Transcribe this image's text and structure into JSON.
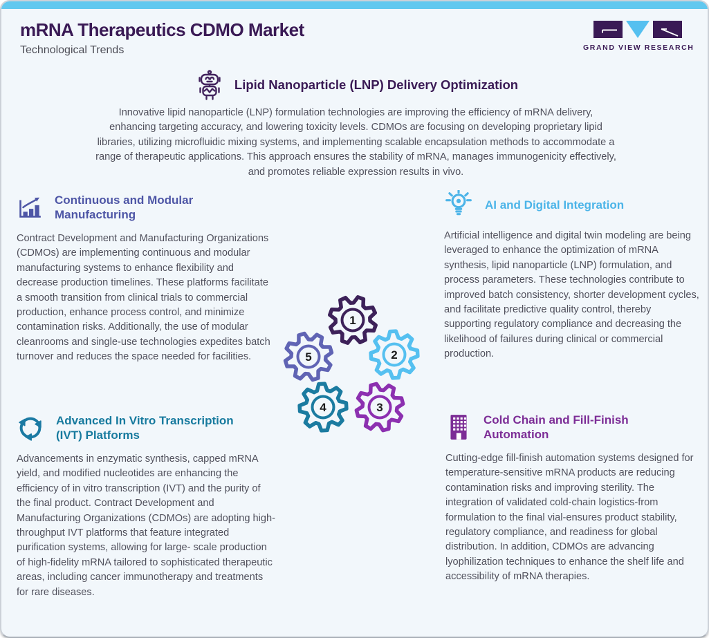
{
  "header": {
    "title": "mRNA Therapeutics CDMO Market",
    "subtitle": "Technological Trends",
    "logo_text": "GRAND VIEW RESEARCH"
  },
  "highlight": {
    "heading": "Lipid Nanoparticle (LNP) Delivery Optimization",
    "body": "Innovative lipid nanoparticle (LNP) formulation technologies are improving the efficiency of mRNA delivery, enhancing targeting accuracy, and lowering toxicity levels. CDMOs are focusing on developing proprietary lipid libraries, utilizing microfluidic mixing systems, and implementing scalable encapsulation methods to accommodate a range of therapeutic applications. This approach ensures the stability of mRNA, manages immunogenicity effectively, and promotes reliable expression results in vivo."
  },
  "sections": {
    "modular": {
      "heading": "Continuous and Modular Manufacturing",
      "body": "Contract Development and Manufacturing Organizations (CDMOs) are implementing continuous and modular manufacturing systems to enhance flexibility and decrease production timelines. These platforms facilitate a smooth transition from clinical trials to commercial production, enhance process control, and minimize contamination risks. Additionally, the use of modular cleanrooms and single-use technologies expedites batch turnover and reduces the space needed for facilities."
    },
    "ivt": {
      "heading": "Advanced In Vitro Transcription (IVT) Platforms",
      "body": "Advancements in enzymatic synthesis, capped mRNA yield, and modified nucleotides are enhancing the efficiency of in vitro transcription (IVT) and the purity of the final product. Contract Development and Manufacturing Organizations (CDMOs) are adopting high-throughput IVT platforms that feature integrated purification systems, allowing for large- scale production of high-fidelity mRNA tailored to sophisticated therapeutic areas, including cancer immunotherapy and treatments for rare diseases."
    },
    "ai": {
      "heading": "AI and Digital Integration",
      "body": "Artificial intelligence and digital twin modeling are being leveraged to enhance the optimization of mRNA synthesis, lipid nanoparticle (LNP) formulation, and process parameters. These technologies contribute to improved batch consistency, shorter development cycles, and facilitate predictive quality control, thereby supporting regulatory compliance and decreasing the likelihood of failures during clinical or commercial production."
    },
    "coldchain": {
      "heading": "Cold Chain and Fill-Finish Automation",
      "body": "Cutting-edge fill-finish automation systems designed for temperature-sensitive mRNA products are reducing contamination risks and improving sterility. The integration of validated cold-chain logistics-from formulation to the final vial-ensures product stability, regulatory compliance, and readiness for global distribution. In addition, CDMOs are advancing lyophilization techniques to enhance the shelf life and accessibility of mRNA therapies."
    }
  },
  "gears": [
    {
      "number": "1",
      "color": "#3d2159"
    },
    {
      "number": "2",
      "color": "#55c0f0"
    },
    {
      "number": "3",
      "color": "#8c30b0"
    },
    {
      "number": "4",
      "color": "#1b7ba0"
    },
    {
      "number": "5",
      "color": "#6064b4"
    }
  ],
  "colors": {
    "top_bar": "#62c8ef",
    "background": "#f2f7fb",
    "title": "#3a1a55",
    "body_text": "#50505c",
    "modular_heading": "#4e56a6",
    "ivt_heading": "#177a9e",
    "ai_heading": "#4cb4e8",
    "coldchain_heading": "#7c2d96",
    "logo_purple": "#3a1a55",
    "logo_blue": "#55c0f0"
  }
}
